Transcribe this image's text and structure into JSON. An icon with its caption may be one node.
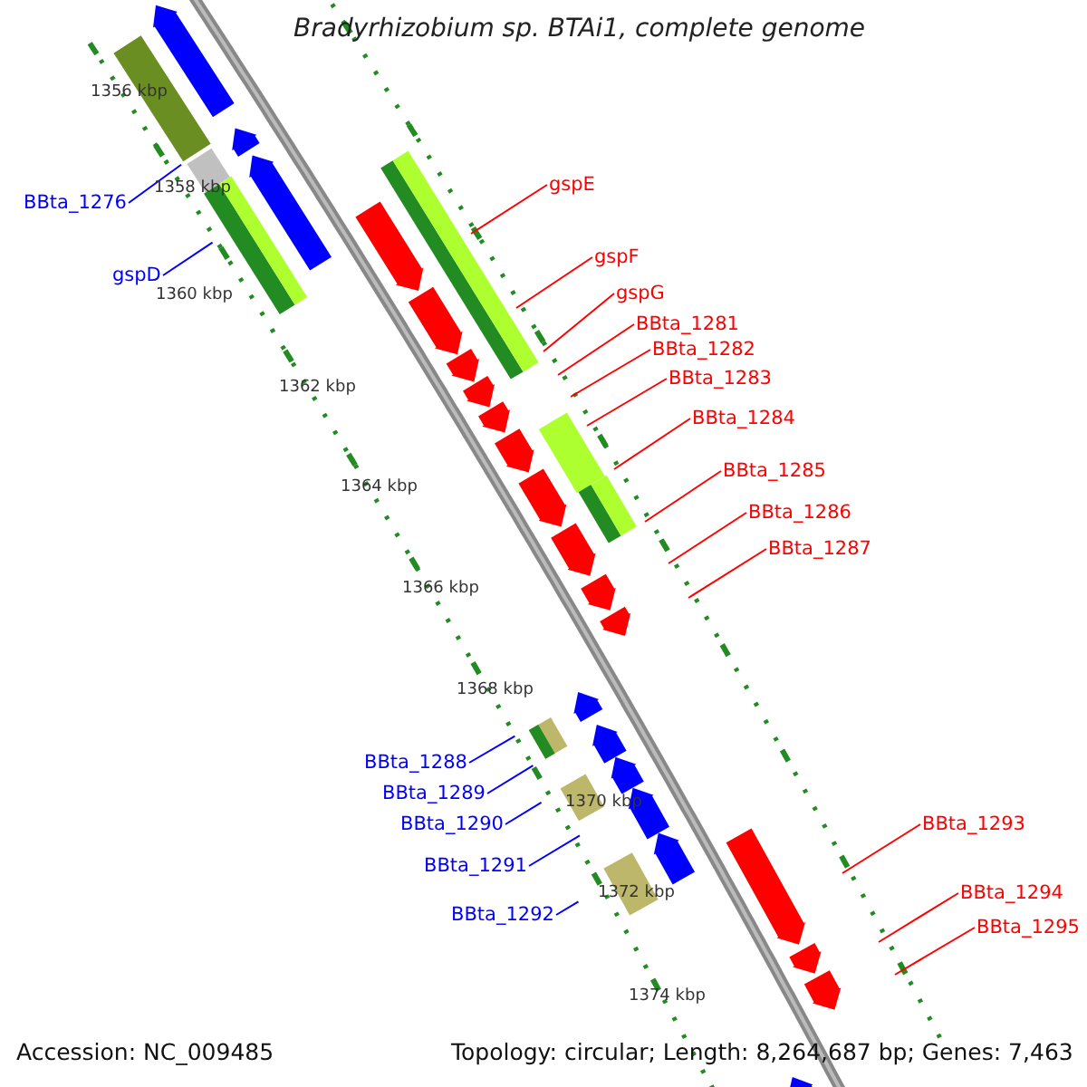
{
  "diagram": {
    "title": "Bradyrhizobium sp. BTAi1, complete genome",
    "nodes": [
      {
        "text": [
          "BBta_1276"
        ]
      },
      {
        "text": [
          "gspD"
        ]
      },
      {
        "text": [
          "gspE"
        ]
      },
      {
        "text": [
          "gspF"
        ]
      },
      {
        "text": [
          "gspG"
        ]
      },
      {
        "text": [
          "BBta_1281"
        ]
      },
      {
        "text": [
          "BBta_1282"
        ]
      },
      {
        "text": [
          "BBta_1283"
        ]
      },
      {
        "text": [
          "BBta_1284"
        ]
      },
      {
        "text": [
          "BBta_1285"
        ]
      },
      {
        "text": [
          "BBta_1286"
        ]
      },
      {
        "text": [
          "BBta_1287"
        ]
      },
      {
        "text": [
          "BBta_1288"
        ]
      },
      {
        "text": [
          "BBta_1289"
        ]
      },
      {
        "text": [
          "BBta_1290"
        ]
      },
      {
        "text": [
          "BBta_1291"
        ]
      },
      {
        "text": [
          "BBta_1292"
        ]
      },
      {
        "text": [
          "BBta_1293"
        ]
      },
      {
        "text": [
          "BBta_1294"
        ]
      },
      {
        "text": [
          "BBta_1295"
        ]
      }
    ],
    "edges": [
      {
        "from": 0,
        "to": null,
        "arrow": "none",
        "color": "#0000ff"
      },
      {
        "from": 1,
        "to": null,
        "arrow": "none",
        "color": "#0000ff"
      },
      {
        "from": 2,
        "to": null,
        "arrow": "none"
      },
      {
        "from": 3,
        "to": null,
        "arrow": "none"
      },
      {
        "from": 4,
        "to": null,
        "arrow": "none"
      },
      {
        "from": 5,
        "to": null,
        "arrow": "none"
      },
      {
        "from": 6,
        "to": null,
        "arrow": "none"
      },
      {
        "from": 7,
        "to": null,
        "arrow": "none"
      },
      {
        "from": 8,
        "to": null,
        "arrow": "none"
      },
      {
        "from": 9,
        "to": null,
        "arrow": "none"
      },
      {
        "from": 10,
        "to": null,
        "arrow": "none"
      },
      {
        "from": 11,
        "to": null,
        "arrow": "none"
      },
      {
        "from": 12,
        "to": null,
        "arrow": "none",
        "color": "#0000ff"
      },
      {
        "from": 13,
        "to": null,
        "arrow": "none",
        "color": "#0000ff"
      },
      {
        "from": 14,
        "to": null,
        "arrow": "none",
        "color": "#0000ff"
      },
      {
        "from": 15,
        "to": null,
        "arrow": "none",
        "color": "#0000ff"
      },
      {
        "from": 16,
        "to": null,
        "arrow": "none",
        "color": "#0000ff"
      },
      {
        "from": 17,
        "to": null,
        "arrow": "none"
      },
      {
        "from": 18,
        "to": null,
        "arrow": "none"
      },
      {
        "from": 19,
        "to": null,
        "arrow": "none"
      }
    ],
    "labels": [
      "1356 kbp",
      "1358 kbp",
      "1360 kbp",
      "1362 kbp",
      "1364 kbp",
      "1366 kbp",
      "1368 kbp",
      "1370 kbp",
      "1372 kbp",
      "1374 kbp",
      "Accession: NC_009485",
      "Topology: circular; Length: 8,264,687 bp; Genes: 7,463"
    ]
  }
}
